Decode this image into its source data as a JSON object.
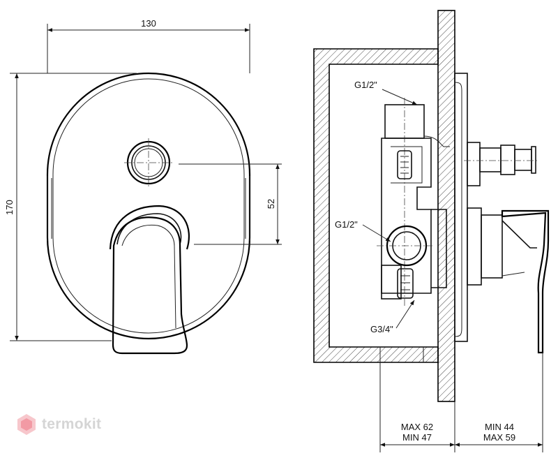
{
  "dimensions": {
    "width_130": "130",
    "height_170": "170",
    "offset_52": "52",
    "inlet_top": "G1/2\"",
    "inlet_mid": "G1/2\"",
    "outlet_bottom": "G3/4\"",
    "depth_max": "MAX 62",
    "depth_min": "MIN 47",
    "proj_min": "MIN 44",
    "proj_max": "MAX 59"
  },
  "watermark": {
    "brand": "termokit"
  },
  "colors": {
    "line": "#000000",
    "logo_mark": "#f3a0a8",
    "logo_text": "#d5d5d5"
  }
}
